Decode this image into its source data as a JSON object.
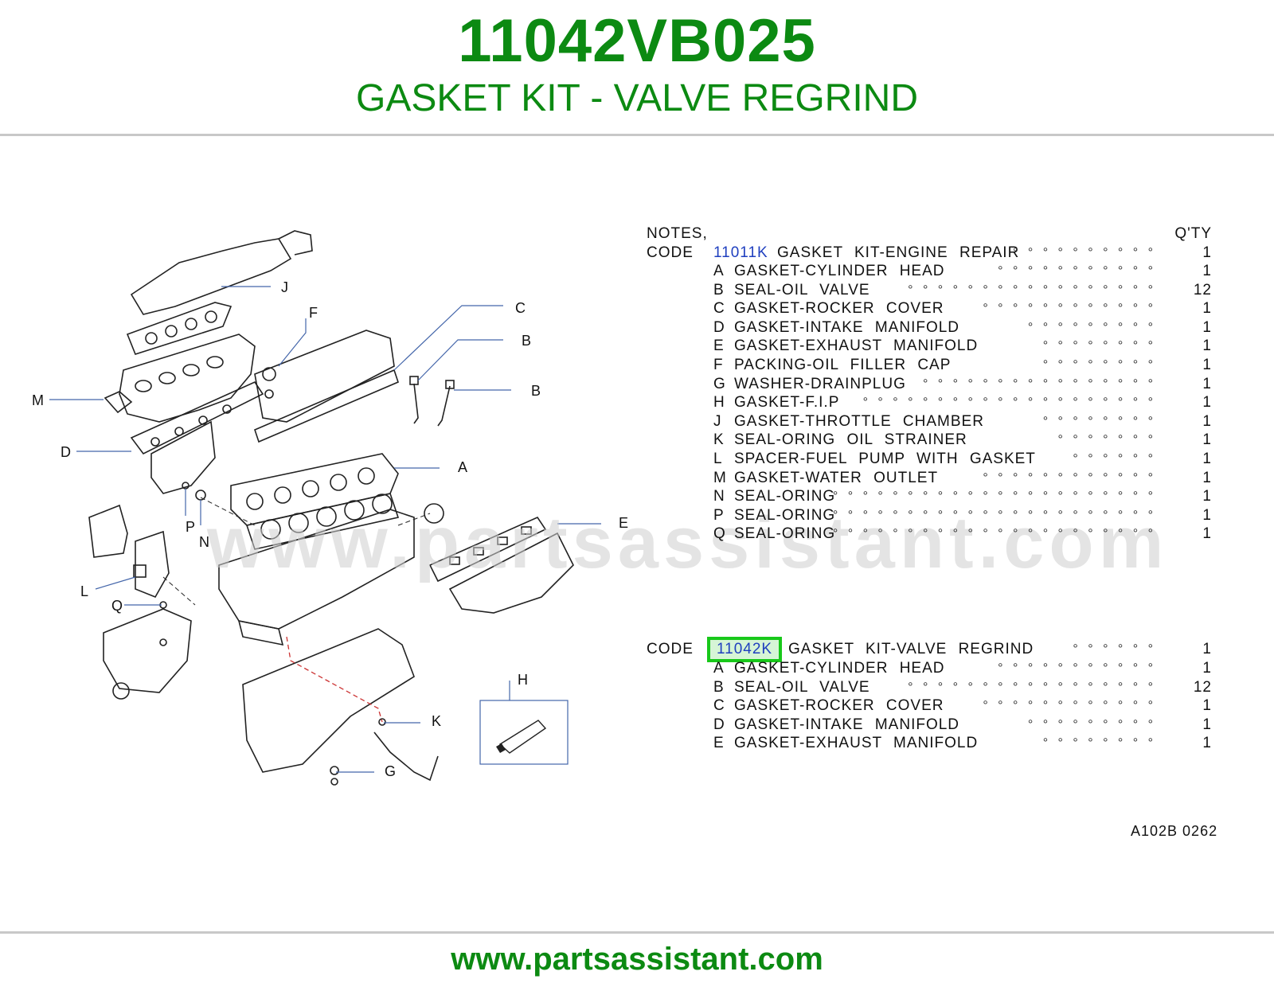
{
  "header": {
    "part_number": "11042VB025",
    "description": "GASKET KIT - VALVE REGRIND"
  },
  "footer": {
    "url": "www.partsassistant.com"
  },
  "watermark": "www.partsassistant.com",
  "colors": {
    "brand_green": "#0c8a12",
    "kit_code_blue": "#1f3fbf",
    "highlight_green": "#18c81a"
  },
  "diagram": {
    "callouts": [
      "J",
      "F",
      "C",
      "B",
      "B",
      "M",
      "D",
      "A",
      "P",
      "N",
      "E",
      "L",
      "Q",
      "H",
      "K",
      "G"
    ],
    "diagram_code": "A102B  0262"
  },
  "table": {
    "notes_label": "NOTES,",
    "code_label": "CODE",
    "qty_label": "Q'TY",
    "kit1": {
      "code": "11011K",
      "name": "GASKET  KIT-ENGINE  REPAIR",
      "qty": "1",
      "items": [
        {
          "letter": "A",
          "name": "GASKET-CYLINDER  HEAD",
          "qty": "1"
        },
        {
          "letter": "B",
          "name": "SEAL-OIL  VALVE",
          "qty": "12"
        },
        {
          "letter": "C",
          "name": "GASKET-ROCKER  COVER",
          "qty": "1"
        },
        {
          "letter": "D",
          "name": "GASKET-INTAKE  MANIFOLD",
          "qty": "1"
        },
        {
          "letter": "E",
          "name": "GASKET-EXHAUST  MANIFOLD",
          "qty": "1"
        },
        {
          "letter": "F",
          "name": "PACKING-OIL  FILLER  CAP",
          "qty": "1"
        },
        {
          "letter": "G",
          "name": "WASHER-DRAINPLUG",
          "qty": "1"
        },
        {
          "letter": "H",
          "name": "GASKET-F.I.P",
          "qty": "1"
        },
        {
          "letter": "J",
          "name": "GASKET-THROTTLE  CHAMBER",
          "qty": "1"
        },
        {
          "letter": "K",
          "name": "SEAL-ORING  OIL  STRAINER",
          "qty": "1"
        },
        {
          "letter": "L",
          "name": "SPACER-FUEL  PUMP  WITH  GASKET",
          "qty": "1"
        },
        {
          "letter": "M",
          "name": "GASKET-WATER  OUTLET",
          "qty": "1"
        },
        {
          "letter": "N",
          "name": "SEAL-ORING",
          "qty": "1"
        },
        {
          "letter": "P",
          "name": "SEAL-ORING",
          "qty": "1"
        },
        {
          "letter": "Q",
          "name": "SEAL-ORING",
          "qty": "1"
        }
      ]
    },
    "kit2": {
      "code": "11042K",
      "name": "GASKET  KIT-VALVE  REGRIND",
      "qty": "1",
      "items": [
        {
          "letter": "A",
          "name": "GASKET-CYLINDER  HEAD",
          "qty": "1"
        },
        {
          "letter": "B",
          "name": "SEAL-OIL  VALVE",
          "qty": "12"
        },
        {
          "letter": "C",
          "name": "GASKET-ROCKER  COVER",
          "qty": "1"
        },
        {
          "letter": "D",
          "name": "GASKET-INTAKE  MANIFOLD",
          "qty": "1"
        },
        {
          "letter": "E",
          "name": "GASKET-EXHAUST  MANIFOLD",
          "qty": "1"
        }
      ]
    }
  }
}
